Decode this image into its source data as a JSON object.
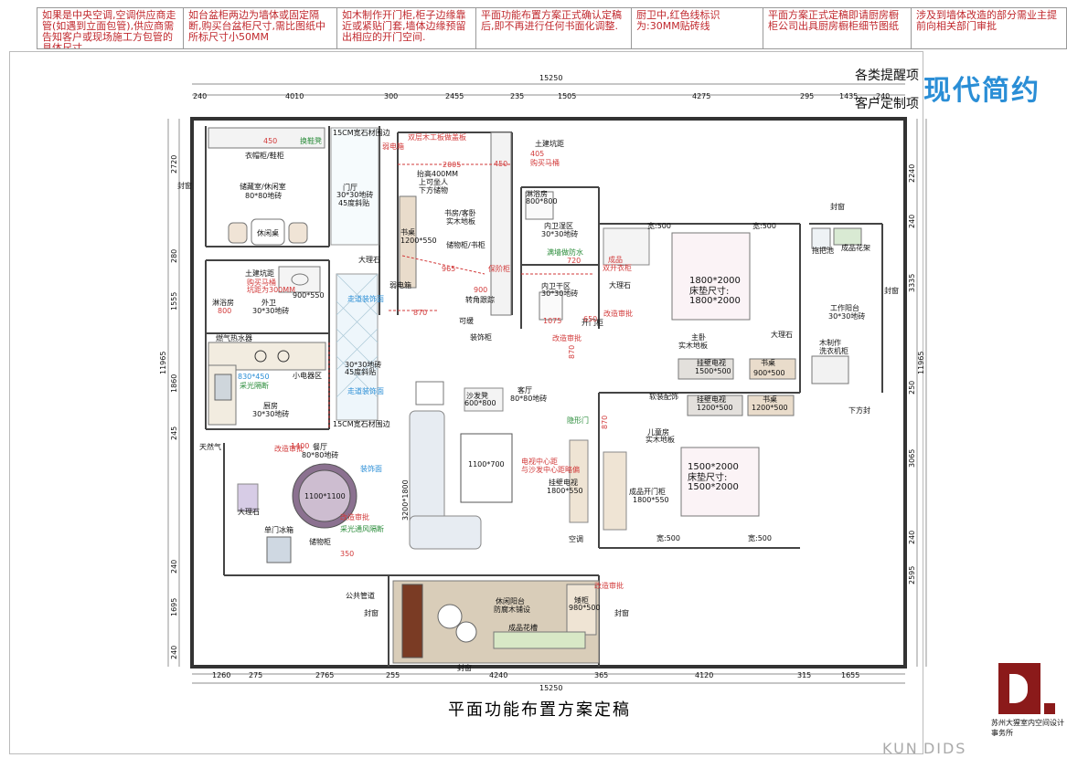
{
  "notes": [
    "如果是中央空调,空调供应商走管(如遇到立面包管),供应商需告知客户或现场施工方包管的具体尺寸",
    "如台盆柜两边为墙体或固定隔断,购买台盆柜尺寸,需比图纸中所标尺寸小50MM",
    "如木制作开门柜,柜子边缘靠近或紧贴门套,墙体边缘预留出相应的开门空间.",
    "平面功能布置方案正式确认定稿后,即不再进行任何书面化调整.",
    "厨卫中,红色线标识为:30MM贴砖线",
    "平面方案正式定稿即请厨房橱柜公司出具厨房橱柜细节图纸",
    "涉及到墙体改造的部分需业主提前向相关部门审批"
  ],
  "header": {
    "remind": "各类提醒项",
    "custom": "客户定制项",
    "brand": "现代简约"
  },
  "dims": {
    "top_total": "15250",
    "top": [
      "240",
      "4010",
      "300",
      "2455",
      "235",
      "1505",
      "4275",
      "295",
      "1435",
      "240"
    ],
    "bottom": [
      "1260",
      "275",
      "2765",
      "255",
      "4240",
      "365",
      "4120",
      "315",
      "1655"
    ],
    "bottom_total": "15250",
    "left": [
      "2720",
      "280",
      "1555",
      "1860",
      "245",
      "240",
      "1695",
      "240"
    ],
    "left_total": "11965",
    "right": [
      "2240",
      "240",
      "3335",
      "250",
      "3065",
      "240",
      "2595"
    ],
    "right_total": "11965"
  },
  "rooms": {
    "cloak": "衣帽柜/鞋柜",
    "storage": "储藏室/休闲室",
    "storage_tile": "80*80地砖",
    "leisure_table": "休闲桌",
    "foyer": "门厅",
    "foyer_tile": "30*30地砖",
    "foyer_tile2": "45度斜贴",
    "marble_edge": "15CM宽石材围边",
    "marble": "大理石",
    "study": "书房/客卧",
    "study_floor": "实木地板",
    "desk": "书桌",
    "desk_size": "1200*550",
    "storage_wall": "储物柜/书柜",
    "raised": "抬高400MM",
    "raised2": "上可坐人",
    "raised3": "下方储物",
    "double_board": "双层木工板做盖板",
    "bath1": "淋浴房",
    "bath1_size": "800*800",
    "inner_wet": "内卫湿区",
    "inner_wet_tile": "30*30地砖",
    "inner_dry": "内卫干区",
    "inner_dry_tile": "30*30地砖",
    "waterproof": "满墙做防水",
    "outer_wc": "外卫",
    "outer_wc_tile": "30*30地砖",
    "shower": "淋浴房",
    "basin": "900*550",
    "kitchen": "厨房",
    "kitchen_tile": "30*30地砖",
    "small_appliance": "小电器区",
    "water_heater": "燃气热水器",
    "gas": "天然气",
    "dining": "餐厅",
    "dining_tile": "80*80地砖",
    "table": "1100*1100",
    "fridge": "单门冰箱",
    "store_cab": "储物柜",
    "living": "客厅",
    "living_tile": "80*80地砖",
    "sofa_stool": "沙发凳",
    "sofa_stool_size": "600*800",
    "coffee": "1100*700",
    "sofa_len": "3200*1800",
    "tv_center": "电视中心距",
    "tv_center2": "与沙发中心距略偏",
    "tv": "挂壁电视",
    "tv_size": "1800*550",
    "hidden_door": "隐形门",
    "ac": "空调",
    "master": "主卧",
    "master_floor": "实木地板",
    "bed1": "1800*2000",
    "bed1_mat": "床垫尺寸:",
    "bed1_mat2": "1800*2000",
    "tv2": "挂壁电视",
    "tv2_size": "1500*500",
    "desk2": "书桌",
    "desk2_size": "900*500",
    "wardrobe": "成品",
    "wardrobe2": "双开衣柜",
    "balcony_work": "工作阳台",
    "balcony_work_tile": "30*30地砖",
    "laundry": "木制作",
    "laundry2": "洗衣机柜",
    "mop": "拖把池",
    "rack": "成品花架",
    "kids": "儿童房",
    "kids_floor": "实木地板",
    "bed2": "1500*2000",
    "bed2_mat": "床垫尺寸:",
    "bed2_mat2": "1500*2000",
    "tv3": "挂壁电视",
    "tv3_size": "1200*500",
    "desk3": "书桌",
    "desk3_size": "1200*500",
    "soft_deco": "软装配饰",
    "kids_wardrobe": "成品开门柜",
    "kids_wardrobe_size": "1800*550",
    "balcony": "休闲阳台",
    "balcony_floor": "防腐木铺设",
    "balcony_cab": "矮柜",
    "balcony_cab_size": "980*500",
    "planter": "成品花槽",
    "public_pipe": "公共管道",
    "seal": "封窗",
    "deco_cab": "装饰柜",
    "corridor": "走道装饰面",
    "corridor_tile": "30*30地砖",
    "corridor_tile2": "45度斜贴",
    "open_door": "开门柜",
    "weak_box": "弱电箱",
    "moved": "改造审批",
    "deco_wall": "装饰面",
    "toilet": "土建坑距",
    "wide": "宽:500",
    "can_recess": "可缓",
    "corner": "转角跟踪",
    "repeat": "封窗"
  },
  "caption": "平面功能布置方案定稿",
  "logo": {
    "name": "苏州大猩室内空间设计事务所"
  },
  "watermark": "KUN DIDS"
}
